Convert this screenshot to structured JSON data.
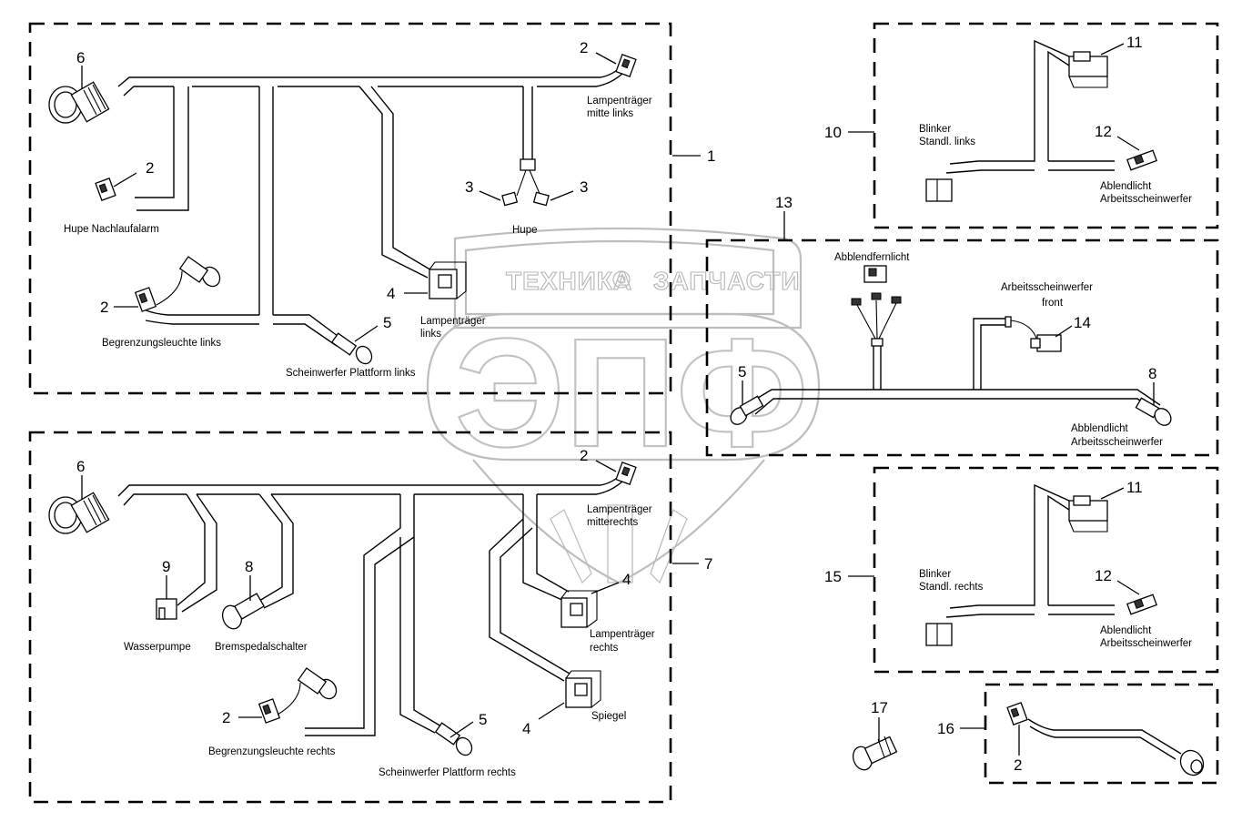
{
  "watermark": {
    "top_text_left": "ТЕХНИКА",
    "top_text_right": "ЗАПЧАСТИ",
    "gear_icon": "gear-icon",
    "big_letters": "ЭПФ"
  },
  "groups": {
    "g1": {
      "number": "1",
      "parts": {
        "connector6": "6",
        "lamp_mid_left_num": "2",
        "horn_alarm_num": "2",
        "marker_num": "2",
        "horn_a_num": "3",
        "horn_b_num": "3",
        "lamp_left_num": "4",
        "platform_num": "5"
      },
      "labels": {
        "lamp_mid_left_1": "Lampenträger",
        "lamp_mid_left_2": "mitte links",
        "horn_alarm": "Hupe Nachlaufalarm",
        "horn": "Hupe",
        "marker": "Begrenzungsleuchte links",
        "lamp_left_1": "Lampenträger",
        "lamp_left_2": "links",
        "platform": "Scheinwerfer Plattform links"
      }
    },
    "g7": {
      "number": "7",
      "parts": {
        "connector6": "6",
        "lamp_mid_right_num": "2",
        "pump_num": "9",
        "brake_num": "8",
        "marker_num": "2",
        "platform_num": "5",
        "lamp_right_num": "4",
        "mirror_num": "4"
      },
      "labels": {
        "lamp_mid_right_1": "Lampenträger",
        "lamp_mid_right_2": "mitterechts",
        "pump": "Wasserpumpe",
        "brake": "Bremspedalschalter",
        "marker": "Begrenzungsleuchte rechts",
        "platform": "Scheinwerfer Plattform rechts",
        "lamp_right_1": "Lampenträger",
        "lamp_right_2": "rechts",
        "mirror": "Spiegel"
      }
    },
    "g10": {
      "number": "10",
      "parts": {
        "c11": "11",
        "c12": "12"
      },
      "labels": {
        "blinker_1": "Blinker",
        "blinker_2": "Standl. links",
        "low_1": "Ablendlicht",
        "low_2": "Arbeitsscheinwerfer"
      }
    },
    "g13": {
      "number": "13",
      "parts": {
        "c5": "5",
        "c14": "14",
        "c8": "8"
      },
      "labels": {
        "hilo": "Abblendfernlicht",
        "work_front_1": "Arbeitsscheinwerfer",
        "work_front_2": "front",
        "low_1": "Abblendlicht",
        "low_2": "Arbeitsscheinwerfer"
      }
    },
    "g15": {
      "number": "15",
      "parts": {
        "c11": "11",
        "c12": "12"
      },
      "labels": {
        "blinker_1": "Blinker",
        "blinker_2": "Standl. rechts",
        "low_1": "Ablendlicht",
        "low_2": "Arbeitsscheinwerfer"
      }
    },
    "g16": {
      "number": "16",
      "parts": {
        "c2": "2"
      }
    },
    "part17": {
      "number": "17"
    }
  }
}
